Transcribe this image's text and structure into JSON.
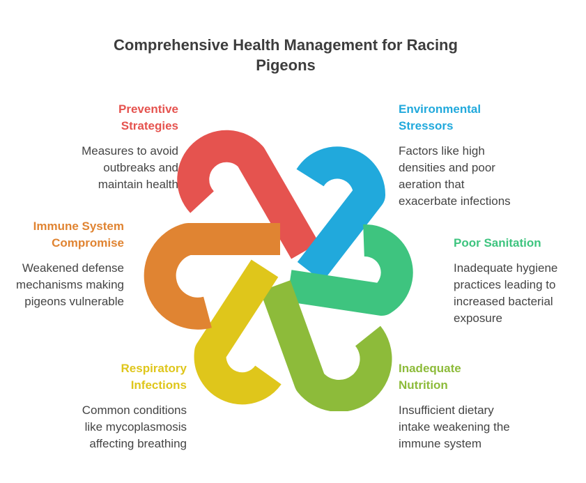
{
  "title": "Comprehensive Health Management for Racing Pigeons",
  "items": [
    {
      "id": "preventive",
      "heading": "Preventive Strategies",
      "description": "Measures to avoid outbreaks and maintain health",
      "color": "#e5534f"
    },
    {
      "id": "environmental",
      "heading": "Environmental Stressors",
      "description": "Factors like high densities and poor aeration that exacerbate infections",
      "color": "#21a9dc"
    },
    {
      "id": "sanitation",
      "heading": "Poor Sanitation",
      "description": "Inadequate hygiene practices leading to increased bacterial exposure",
      "color": "#3ec47f"
    },
    {
      "id": "nutrition",
      "heading": "Inadequate Nutrition",
      "description": "Insufficient dietary intake weakening the immune system",
      "color": "#8dbb3a"
    },
    {
      "id": "respiratory",
      "heading": "Respiratory Infections",
      "description": "Common conditions like mycoplasmosis affecting breathing",
      "color": "#dfc61b"
    },
    {
      "id": "immune",
      "heading": "Immune System Compromise",
      "description": "Weakened defense mechanisms making pigeons vulnerable",
      "color": "#e08432"
    }
  ]
}
